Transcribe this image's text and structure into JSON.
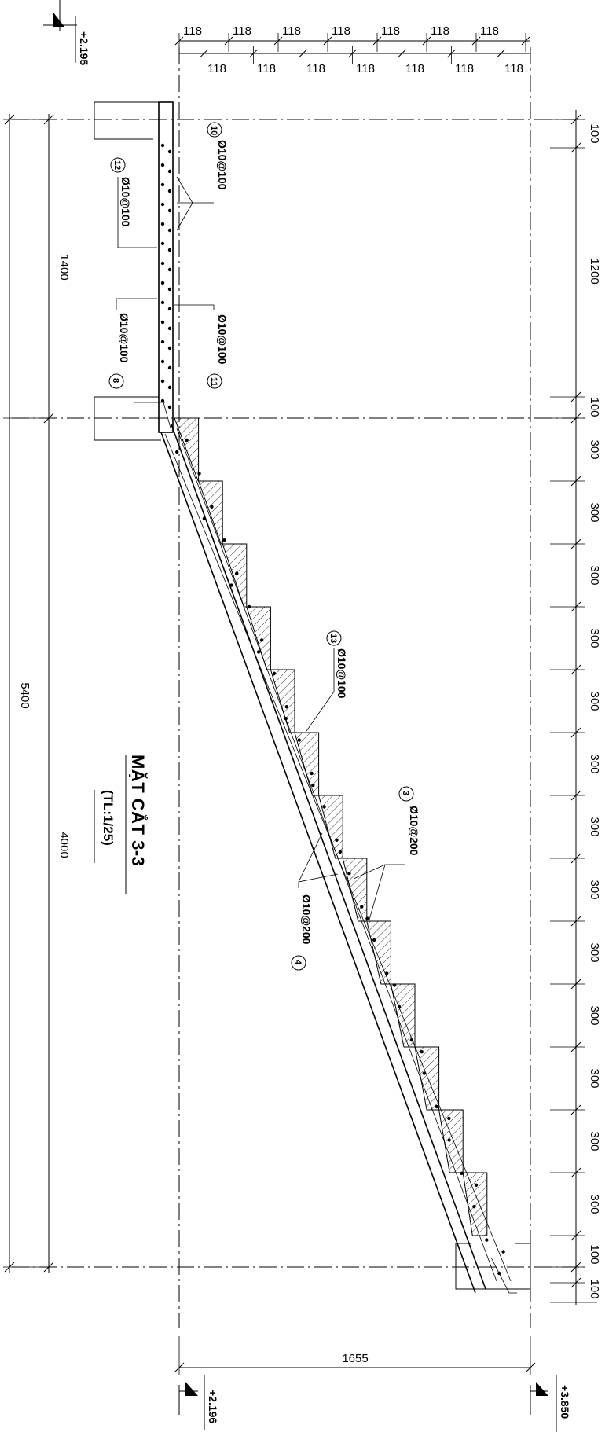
{
  "top_dims": {
    "row1": [
      "118",
      "118",
      "118",
      "118",
      "118",
      "118",
      "118"
    ],
    "row2": [
      "118",
      "118",
      "118",
      "118",
      "118",
      "118",
      "118"
    ]
  },
  "right_dims": [
    "100",
    "1200",
    "100",
    "300",
    "300",
    "300",
    "300",
    "300",
    "300",
    "300",
    "300",
    "300",
    "300",
    "300",
    "300",
    "300",
    "100",
    "100"
  ],
  "left_dims": {
    "total": "5400",
    "landing": "1400",
    "flight": "4000"
  },
  "bottom_dim": "1655",
  "levels": {
    "top_left": "+2.195",
    "bottom_left": "+2.196",
    "bottom_right": "+3.850"
  },
  "title": {
    "main": "MẶT CẮT 3-3",
    "scale": "(TL:1/25)"
  },
  "rebars": [
    {
      "num": "10",
      "spec": "Ø10@100"
    },
    {
      "num": "12",
      "spec": "Ø10@100"
    },
    {
      "num": "11",
      "spec": "Ø10@100"
    },
    {
      "num": "8",
      "spec": "Ø10@100"
    },
    {
      "num": "13",
      "spec": "Ø10@100"
    },
    {
      "num": "3",
      "spec": "Ø10@200"
    },
    {
      "num": "4",
      "spec": "Ø10@200"
    }
  ]
}
